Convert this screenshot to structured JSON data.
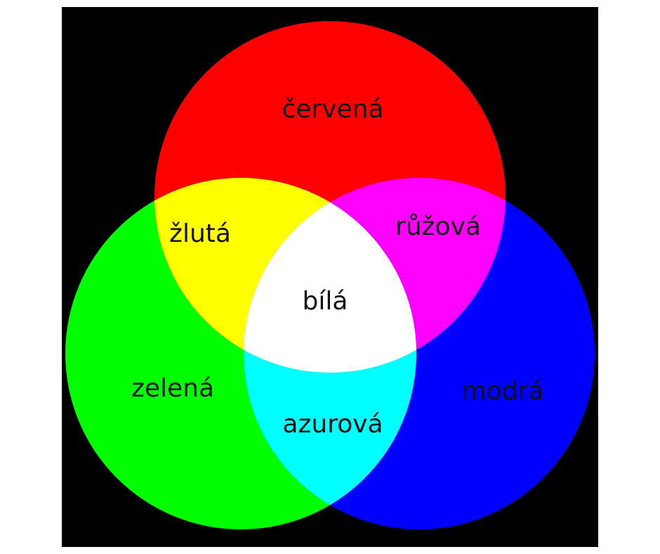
{
  "colors": {
    "background": "#000000",
    "red": "#ff0000",
    "green": "#00ff00",
    "blue": "#0000ff",
    "yellow": "#ffff00",
    "magenta": "#ff00ff",
    "cyan": "#00ffff",
    "white": "#ffffff",
    "label_text": "#111111"
  },
  "labels": {
    "red": "červená",
    "green": "zelená",
    "blue": "modrá",
    "yellow": "žlutá",
    "magenta": "růžová",
    "cyan": "azurová",
    "white": "bílá"
  }
}
